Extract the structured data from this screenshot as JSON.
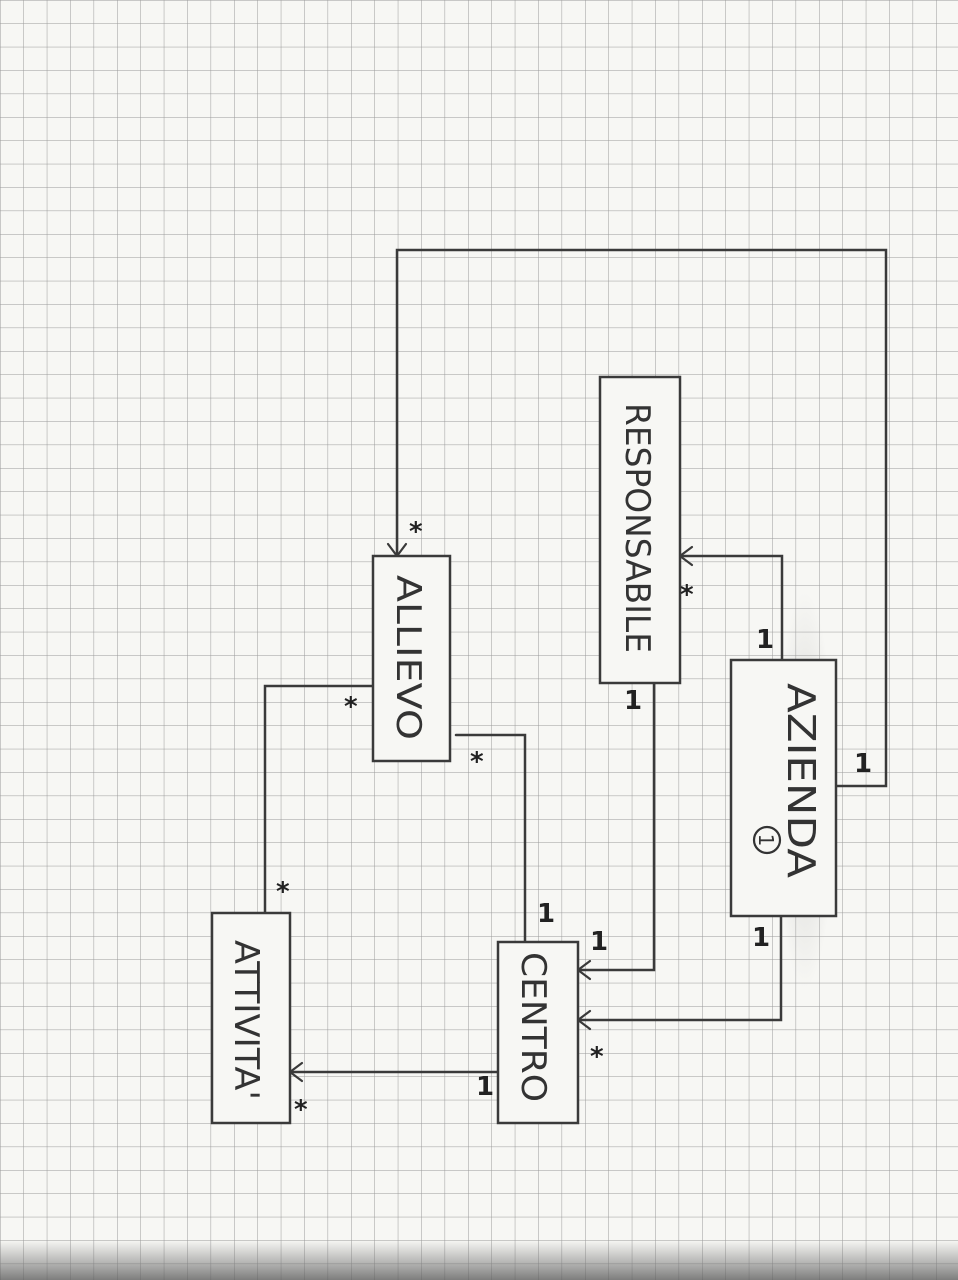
{
  "diagram": {
    "entities": [
      {
        "id": "allievo",
        "label": "ALLIEVO"
      },
      {
        "id": "responsabile",
        "label": "RESPONSABILE"
      },
      {
        "id": "azienda",
        "label": "AZIENDA",
        "badge": "1"
      },
      {
        "id": "attivita",
        "label": "ATTIVITA'"
      },
      {
        "id": "centro",
        "label": "CENTRO"
      }
    ],
    "relations": [
      {
        "from": "azienda",
        "to": "allievo",
        "from_mult": "1",
        "to_mult": "*"
      },
      {
        "from": "azienda",
        "to": "responsabile",
        "from_mult": "1",
        "to_mult": "*"
      },
      {
        "from": "responsabile",
        "to": "centro",
        "from_mult": "1",
        "to_mult": "1"
      },
      {
        "from": "azienda",
        "to": "centro",
        "from_mult": "1",
        "to_mult": "*"
      },
      {
        "from": "allievo",
        "to": "attivita",
        "from_mult": "*",
        "to_mult": "*"
      },
      {
        "from": "allievo",
        "to": "centro",
        "from_mult": "*",
        "to_mult": "1"
      },
      {
        "from": "centro",
        "to": "attivita",
        "from_mult": "1",
        "to_mult": "*"
      }
    ]
  }
}
